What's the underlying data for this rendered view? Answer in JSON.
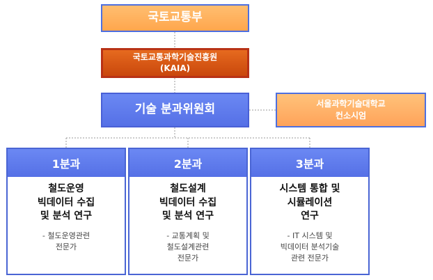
{
  "org": {
    "ministry": "국토교통부",
    "kaia": {
      "line1": "국토교통과학기술진흥원",
      "line2": "(KAIA)"
    },
    "committee": "기술 분과위원회",
    "consortium": {
      "line1": "서울과학기술대학교",
      "line2": "컨소시엄"
    },
    "divisions": [
      {
        "header": "1분과",
        "title": [
          "철도운영",
          "빅데이터 수집",
          "및 분석 연구"
        ],
        "desc": [
          "- 철도운영관련",
          "전문가"
        ]
      },
      {
        "header": "2분과",
        "title": [
          "철도설계",
          "빅데이터 수집",
          "및 분석 연구"
        ],
        "desc": [
          "- 교통계획 및",
          "철도설계관련",
          "전문가"
        ]
      },
      {
        "header": "3분과",
        "title": [
          "시스템 통합 및",
          "시뮬레이션",
          "연구"
        ],
        "desc": [
          "- IT 시스템 및",
          "빅데이터 분석기술",
          "관련 전문가"
        ]
      }
    ]
  },
  "colors": {
    "blue": "#5570e6",
    "orange": "#ffa64d",
    "dark_orange": "#c9470c",
    "connector": "#9a9a9a"
  }
}
